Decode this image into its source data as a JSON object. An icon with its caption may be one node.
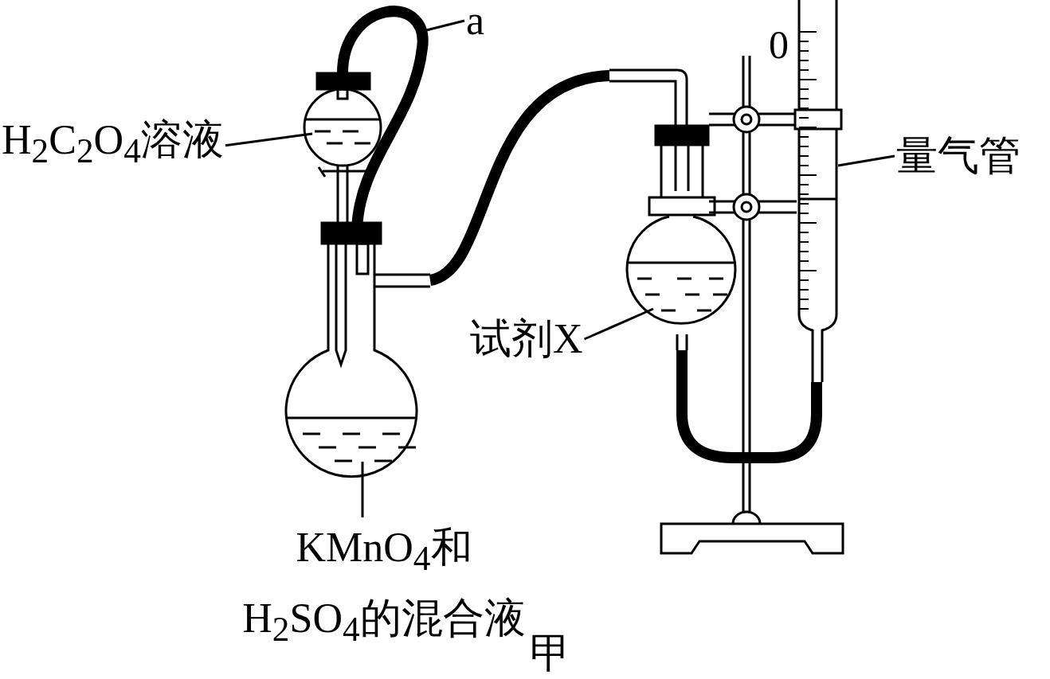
{
  "diagram": {
    "caption": "甲",
    "nodes": [
      {
        "text": [
          "a"
        ]
      },
      {
        "text": [
          "H$_{2}$C$_{2}$O$_{4}$溶液"
        ]
      },
      {
        "text": [
          "量气管"
        ]
      },
      {
        "text": [
          "试剂X"
        ]
      },
      {
        "text": [
          "KMnO$_{4}$和 H$_{2}$SO$_{4}$的混合液"
        ]
      }
    ],
    "edges": [
      {
        "from": 0,
        "to": null,
        "arrow": "none"
      },
      {
        "from": 1,
        "to": null,
        "arrow": "none"
      },
      {
        "from": 2,
        "to": null,
        "arrow": "none"
      },
      {
        "from": 3,
        "to": null,
        "arrow": "none"
      },
      {
        "from": 4,
        "to": null,
        "arrow": "none"
      }
    ],
    "labels": [
      "0"
    ]
  }
}
